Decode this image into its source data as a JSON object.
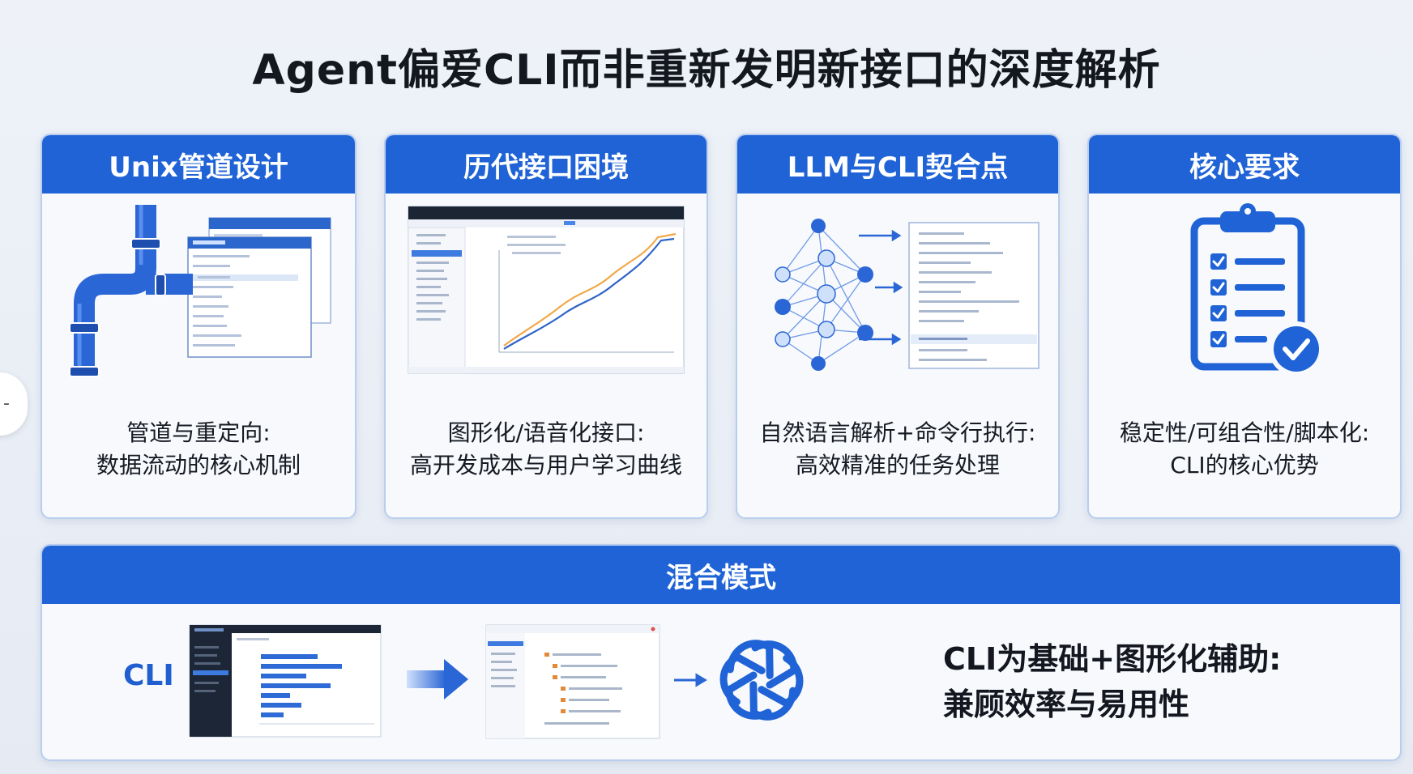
{
  "title": "Agent偏爱CLI而非重新发明新接口的深度解析",
  "cards": [
    {
      "title": "Unix管道设计",
      "caption_line1": "管道与重定向:",
      "caption_line2": "数据流动的核心机制",
      "icon": "pipe-icon"
    },
    {
      "title": "历代接口困境",
      "caption_line1": "图形化/语音化接口:",
      "caption_line2": "高开发成本与用户学习曲线",
      "icon": "chart-window-icon"
    },
    {
      "title": "LLM与CLI契合点",
      "caption_line1": "自然语言解析+命令行执行:",
      "caption_line2": "高效精准的任务处理",
      "icon": "neural-network-icon"
    },
    {
      "title": "核心要求",
      "caption_line1": "稳定性/可组合性/脚本化:",
      "caption_line2": "CLI的核心优势",
      "icon": "clipboard-check-icon"
    }
  ],
  "hybrid": {
    "title": "混合模式",
    "cli_label": "CLI",
    "caption_line1": "CLI为基础+图形化辅助:",
    "caption_line2": "兼顾效率与易用性",
    "icons": [
      "dashboard-window-icon",
      "arrow-right-icon",
      "tree-window-icon",
      "arrow-right-icon",
      "openai-knot-icon"
    ]
  },
  "colors": {
    "primary": "#1f63d6",
    "background": "#eef2f8",
    "card_bg": "#f7f9fc",
    "border": "#b9cdee",
    "accent_line": "#f0a94a"
  },
  "side_tab": {
    "glyph": "-"
  }
}
